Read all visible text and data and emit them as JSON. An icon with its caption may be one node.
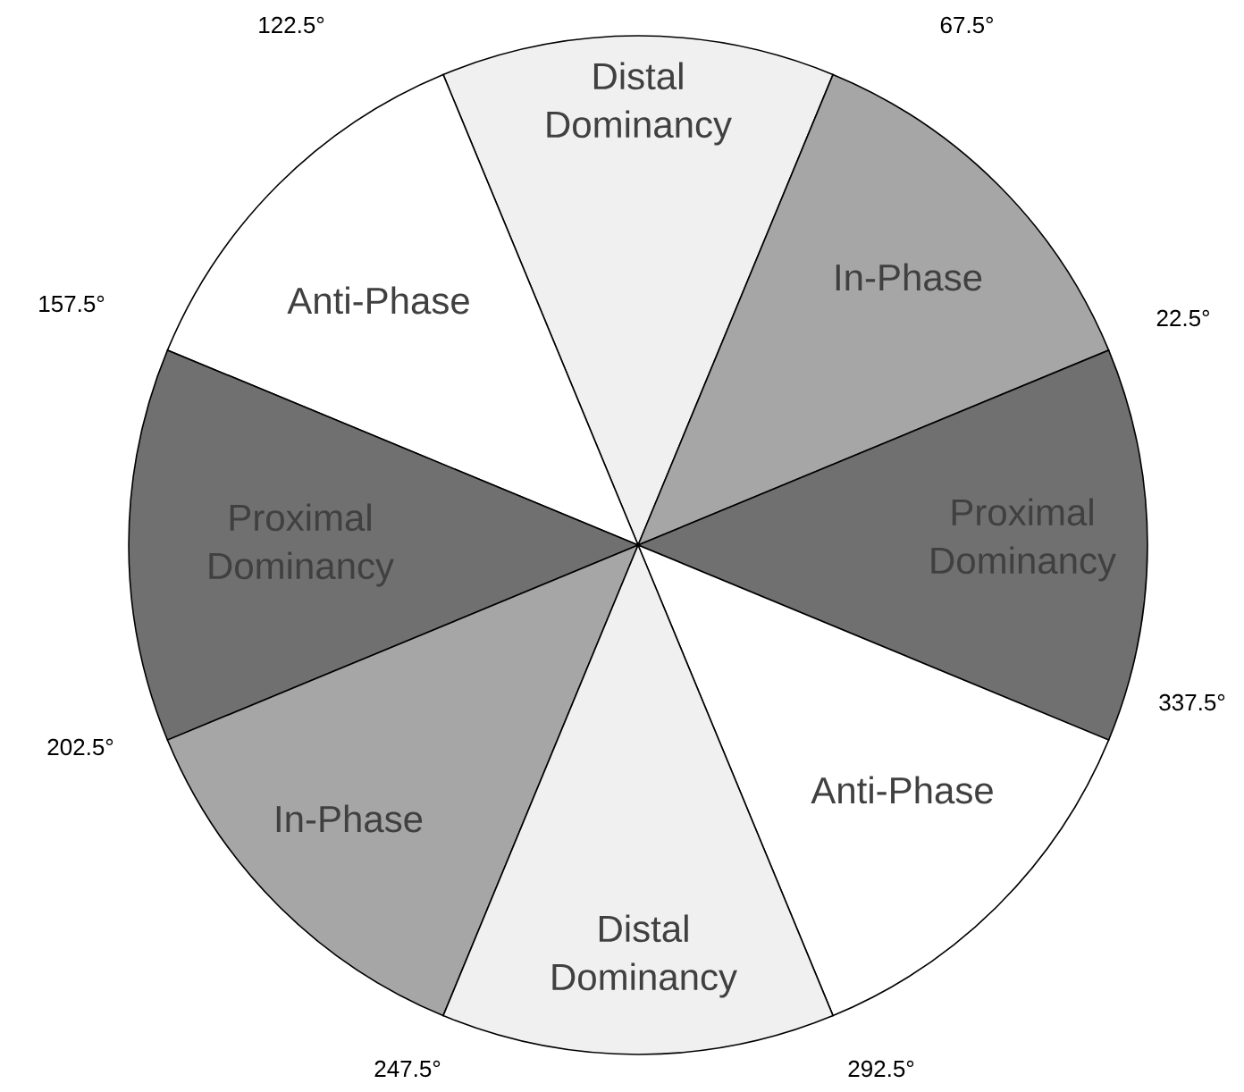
{
  "diagram": {
    "nodes": [
      {
        "text": [
          "Distal Dominancy"
        ]
      },
      {
        "text": [
          "In-Phase"
        ]
      },
      {
        "text": [
          "Anti-Phase"
        ]
      },
      {
        "text": [
          "Proximal Dominancy"
        ]
      },
      {
        "text": [
          "Proximal Dominancy"
        ]
      },
      {
        "text": [
          "Anti-Phase"
        ]
      },
      {
        "text": [
          "In-Phase"
        ]
      },
      {
        "text": [
          "Distal Dominancy"
        ]
      }
    ],
    "labels": [
      "122.5°",
      "67.5°",
      "157.5°",
      "22.5°",
      "202.5°",
      "337.5°",
      "247.5°",
      "292.5°"
    ]
  }
}
